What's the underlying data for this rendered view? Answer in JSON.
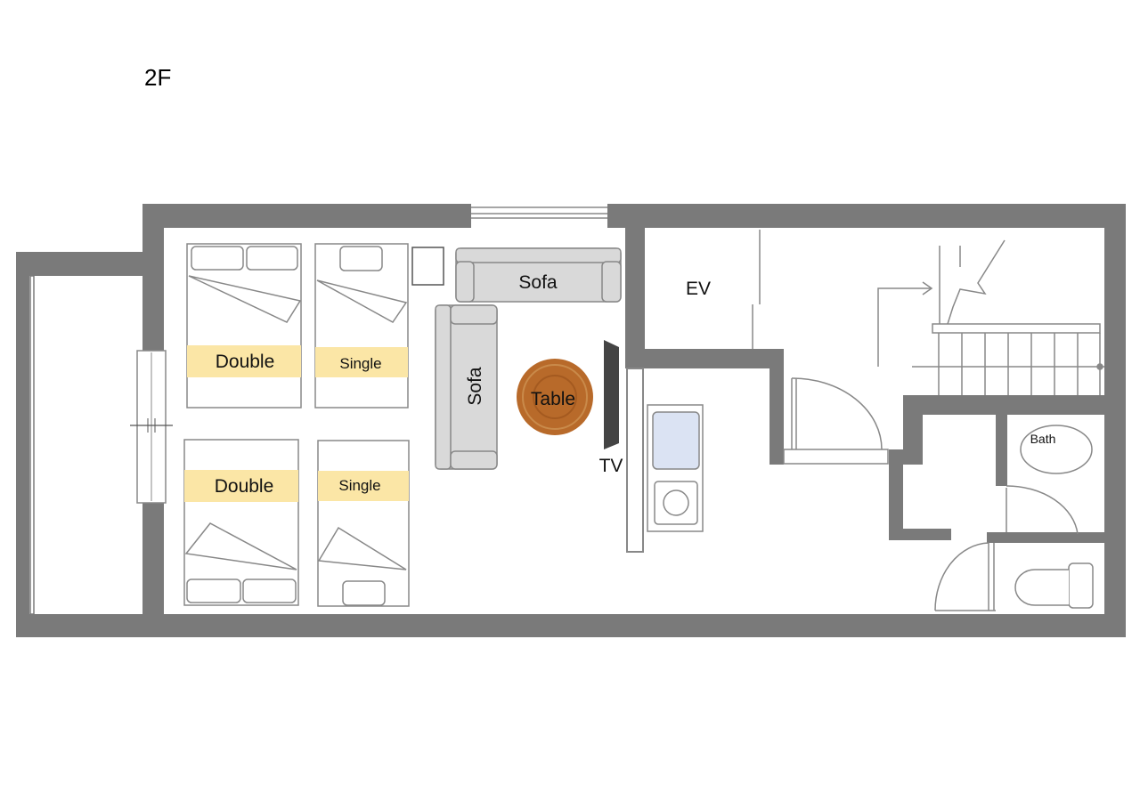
{
  "floor_label": "2F",
  "rooms": {
    "double_top": "Double",
    "single_top": "Single",
    "double_bottom": "Double",
    "single_bottom": "Single",
    "sofa_top": "Sofa",
    "sofa_side": "Sofa",
    "table": "Table",
    "tv": "TV",
    "elevator": "EV",
    "bath": "Bath"
  },
  "colors": {
    "wall": "#7a7a7a",
    "label_band": "#fbe6a6",
    "sofa": "#d9d9d9",
    "sink": "#dbe3f3",
    "table": "#b86a2a",
    "tv": "#444444"
  }
}
